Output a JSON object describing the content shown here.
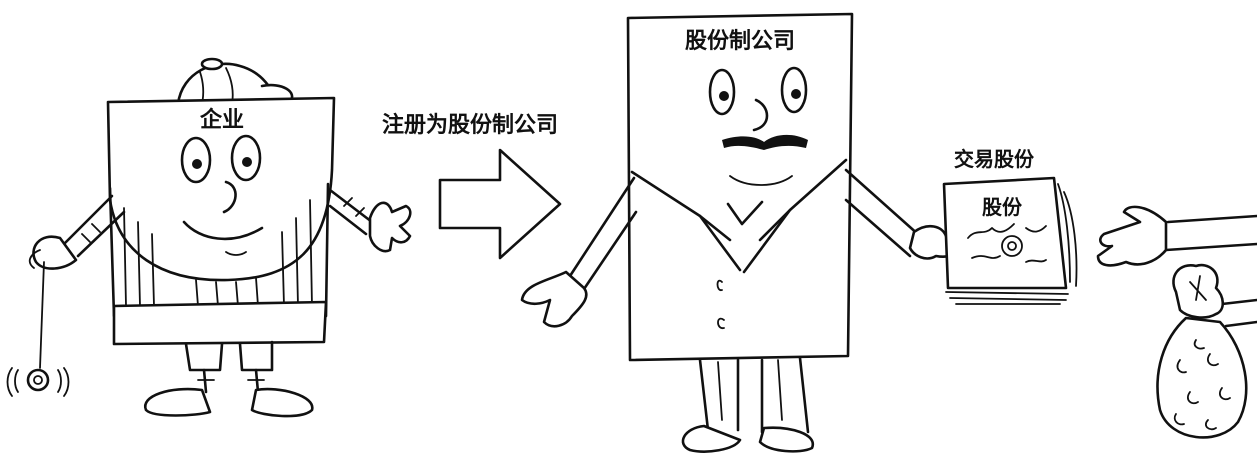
{
  "labels": {
    "company": "企业",
    "register": "注册为股份制公司",
    "corporation": "股份制公司",
    "trade_shares": "交易股份",
    "shares": "股份"
  }
}
